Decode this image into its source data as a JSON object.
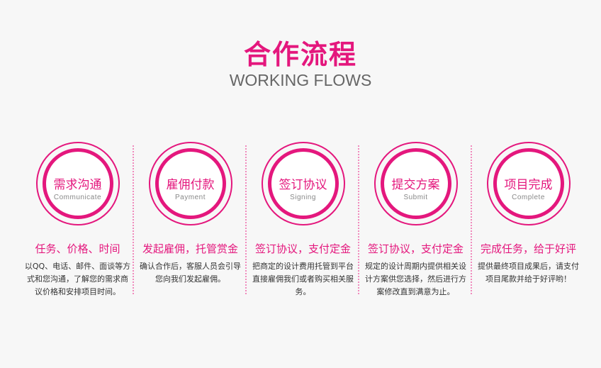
{
  "header": {
    "title": "合作流程",
    "subtitle": "WORKING FLOWS"
  },
  "accent": "#e4177d",
  "steps": [
    {
      "cn": "需求沟通",
      "en": "Communicate",
      "heading": "任务、价格、时间",
      "desc": "以QQ、电话、邮件、面谈等方式和您沟通，了解您的需求商议价格和安排项目时间。"
    },
    {
      "cn": "雇佣付款",
      "en": "Payment",
      "heading": "发起雇佣，托管赏金",
      "desc": "确认合作后，客服人员会引导您向我们发起雇佣。"
    },
    {
      "cn": "签订协议",
      "en": "Signing",
      "heading": "签订协议，支付定金",
      "desc": "把商定的设计费用托管到平台直接雇佣我们或者购买相关服务。"
    },
    {
      "cn": "提交方案",
      "en": "Submit",
      "heading": "签订协议，支付定金",
      "desc": "规定的设计周期内提供相关设计方案供您选择，然后进行方案修改直到满意为止。"
    },
    {
      "cn": "项目完成",
      "en": "Complete",
      "heading": "完成任务，给于好评",
      "desc": "提供最终项目成果后，请支付项目尾款并给于好评哟！"
    }
  ]
}
